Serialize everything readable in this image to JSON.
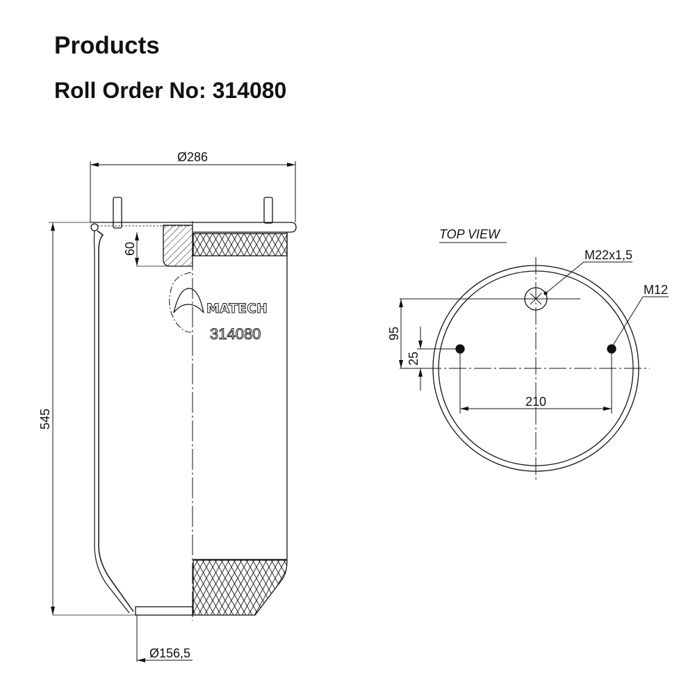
{
  "header": {
    "title": "Products",
    "subtitle": "Roll Order No: 314080"
  },
  "side_view": {
    "dim_top_diameter": "Ø286",
    "dim_plate_depth": "60",
    "dim_height": "545",
    "dim_bottom_diameter": "Ø156,5",
    "brand": "MATECH",
    "part_number": "314080"
  },
  "top_view": {
    "label": "TOP VIEW",
    "center_thread": "M22x1,5",
    "stud_thread": "M12",
    "dim_center_offset": "95",
    "dim_stud_offset": "25",
    "dim_stud_spacing": "210"
  }
}
